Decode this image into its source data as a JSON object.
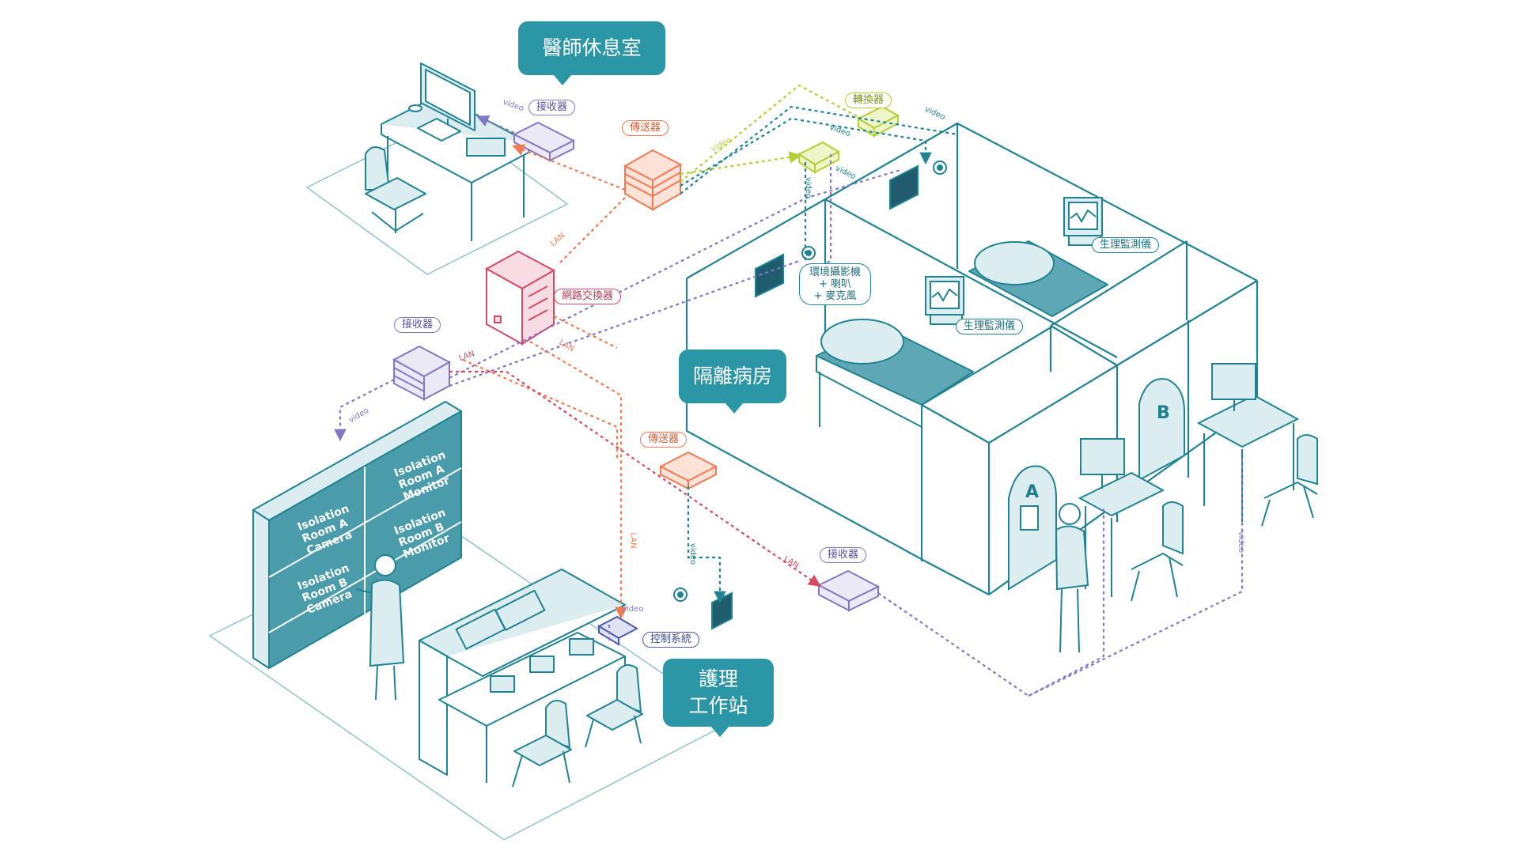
{
  "areas": {
    "doctor_lounge": "醫師休息室",
    "isolation_ward": "隔離病房",
    "nurse_station": "護理\n工作站"
  },
  "devices": {
    "receiver_lounge": "接收器",
    "transmitter_top": "傳送器",
    "converter": "轉換器",
    "network_switch": "網路交換器",
    "receiver_left": "接收器",
    "transmitter_mid": "傳送器",
    "receiver_mid": "接收器",
    "control_system": "控制系統",
    "env_camera": "環境攝影機\n+ 喇叭\n+ 麥克風",
    "vital_monitor_1": "生理監測儀",
    "vital_monitor_2": "生理監測儀"
  },
  "line_labels": {
    "video_1": "video",
    "video_2": "video",
    "video_3": "video",
    "video_4": "video",
    "video_5": "video",
    "video_6": "video",
    "video_7": "video",
    "video_8": "video",
    "video_9": "video",
    "video_10": "video",
    "lan_1": "LAN",
    "lan_2": "LAN",
    "lan_3": "LAN",
    "lan_4": "LAN",
    "lan_5": "LAN"
  },
  "video_wall": {
    "panel_1": "Isolation\nRoom A\nCamera",
    "panel_2": "Isolation\nRoom A\nMonitor",
    "panel_3": "Isolation\nRoom B\nCamera",
    "panel_4": "Isolation\nRoom B\nMonitor"
  },
  "doors": {
    "a": "A",
    "b": "B"
  },
  "colors": {
    "teal": "#1f8393",
    "teal_fill": "#dcedf0",
    "teal_dark": "#4a9cab",
    "purple": "#8478c4",
    "navy": "#4b5aa8",
    "orange": "#f07a52",
    "lime": "#b6ce36",
    "red": "#d24a64",
    "bubble": "#2a96a6"
  }
}
